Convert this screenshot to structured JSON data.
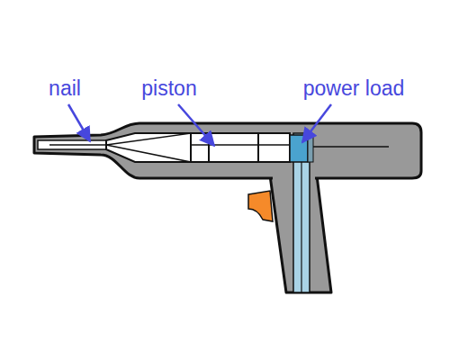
{
  "diagram": {
    "labels": [
      "nail",
      "piston",
      "power load"
    ]
  }
}
